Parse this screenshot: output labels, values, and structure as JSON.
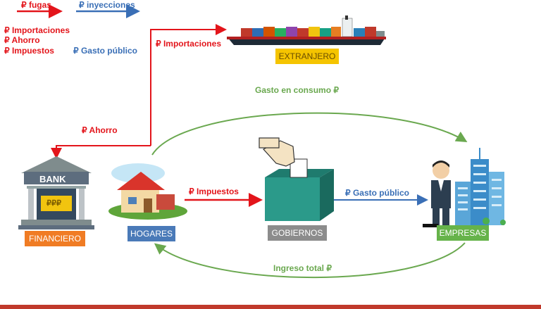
{
  "legend": {
    "fugas": "₽ fugas",
    "inyecciones": "₽ inyecciones",
    "leak_items": [
      "₽ Importaciones",
      "₽ Ahorro",
      "₽ Impuestos"
    ],
    "injection_items": [
      "₽ Gasto público"
    ]
  },
  "flows": {
    "importaciones": "₽ Importaciones",
    "ahorro": "₽ Ahorro",
    "impuestos": "₽ Impuestos",
    "gasto_publico": "₽ Gasto público",
    "gasto_consumo": "Gasto en consumo ₽",
    "ingreso_total": "Ingreso total ₽"
  },
  "sectors": {
    "extranjero": "EXTRANJERO",
    "financiero": "FINANCIERO",
    "hogares": "HOGARES",
    "gobiernos": "GOBIERNOS",
    "empresas": "EMPRESAS"
  },
  "bank": {
    "sign": "BANK",
    "vault": "₽₽₽"
  },
  "colors": {
    "fugas": "#e3151b",
    "inyecciones": "#3a6fb6",
    "circular_flow": "#6aa84f",
    "extranjero": "#f5c400",
    "financiero": "#f07c24",
    "hogares": "#4a7ab8",
    "gobiernos": "#8c8c8c",
    "empresas": "#66b34a"
  },
  "icons": [
    "cargo-ship-icon",
    "bank-icon",
    "house-icon",
    "ballot-box-icon",
    "businessman-icon",
    "office-building-icon"
  ]
}
